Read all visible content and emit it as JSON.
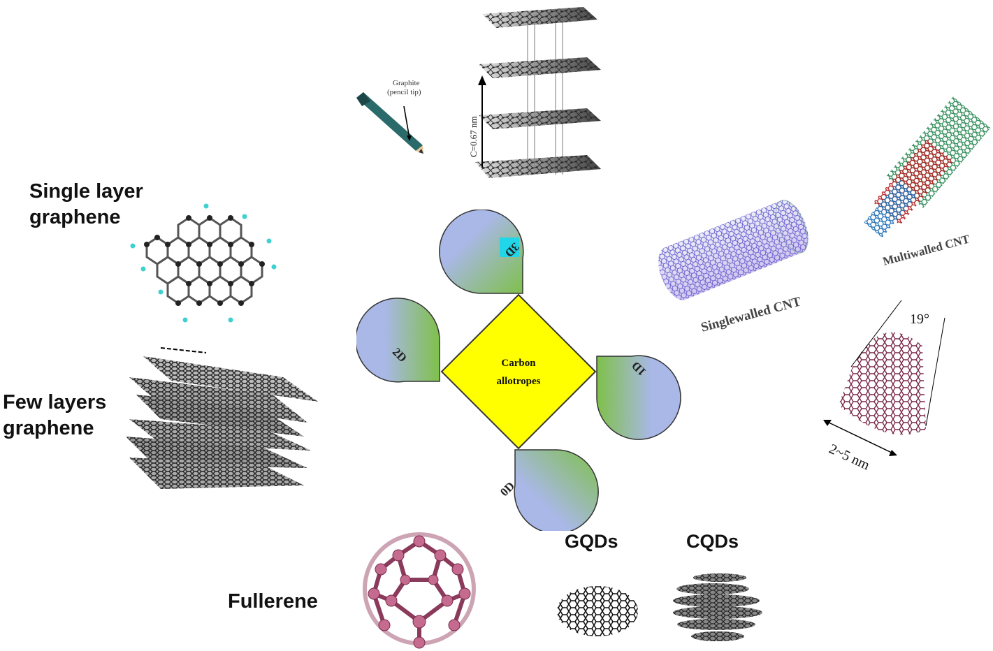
{
  "center": {
    "line1": "Carbon",
    "line2": "allotropes",
    "color": "#ffff00"
  },
  "petals": {
    "top": "3D",
    "right": "1D",
    "bottom": "0D",
    "left": "2D",
    "fill_top": "#a9b8e6",
    "fill_bottom": "#7fc04a"
  },
  "graphite": {
    "label_line1": "Graphite",
    "label_line2": "(pencil tip)",
    "spacing_label": "C=0.67 nm"
  },
  "labels": {
    "single_layer": [
      "Single layer",
      "graphene"
    ],
    "few_layers": [
      "Few layers",
      "graphene"
    ],
    "fullerene": "Fullerene",
    "gqds": "GQDs",
    "cqds": "CQDs",
    "singlewalled": "Singlewalled CNT",
    "multiwalled": "Multiwalled CNT",
    "angle": "19°",
    "diameter": "2~5 nm"
  }
}
